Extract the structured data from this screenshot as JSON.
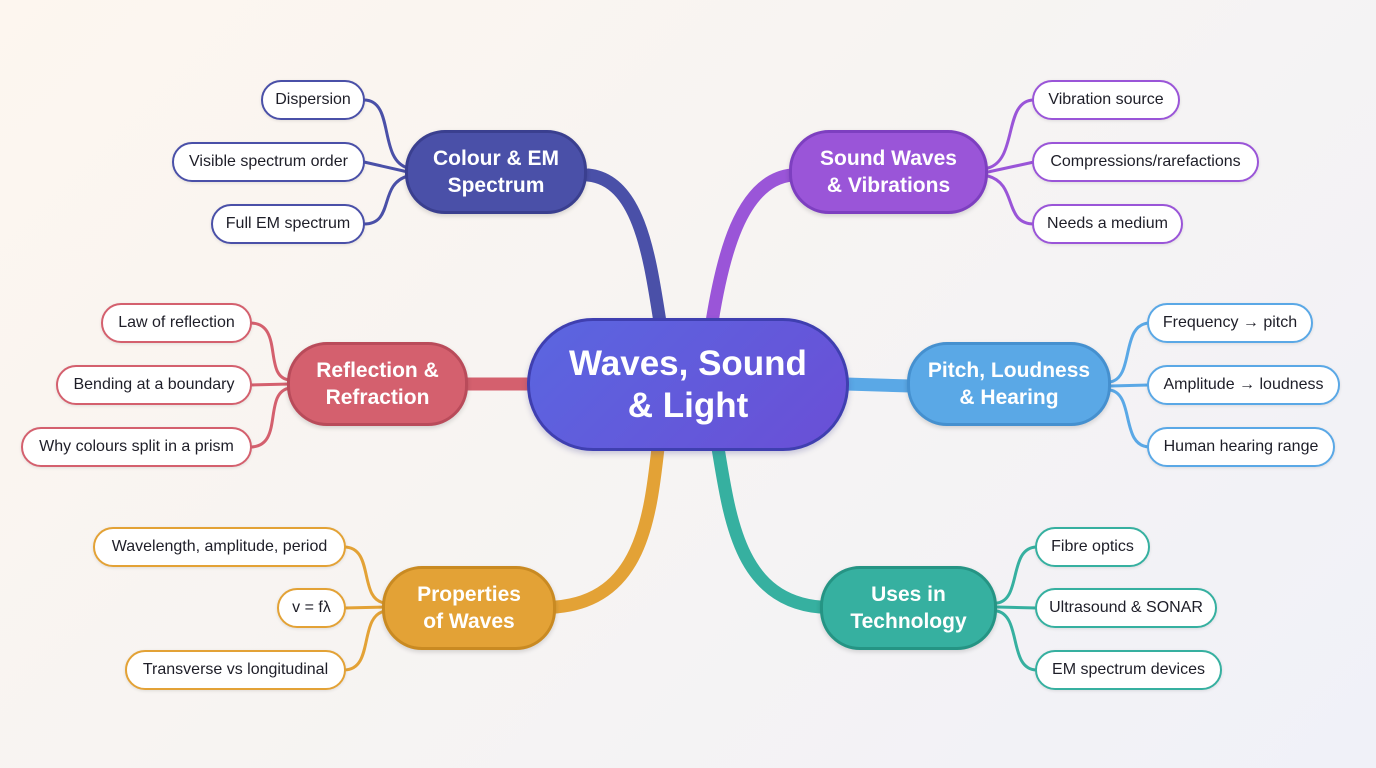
{
  "center": {
    "title_line1": "Waves, Sound",
    "title_line2": "& Light"
  },
  "branches": {
    "colour": {
      "line1": "Colour & EM",
      "line2": "Spectrum",
      "color": "#4a50a8",
      "leaves": [
        "Dispersion",
        "Visible spectrum order",
        "Full EM spectrum"
      ]
    },
    "sound": {
      "line1": "Sound Waves",
      "line2": "& Vibrations",
      "color": "#9a55d8",
      "leaves": [
        "Vibration source",
        "Compressions/rarefactions",
        "Needs a medium"
      ]
    },
    "reflection": {
      "line1": "Reflection &",
      "line2": "Refraction",
      "color": "#d4606e",
      "leaves": [
        "Law of reflection",
        "Bending at a boundary",
        "Why colours split in a prism"
      ]
    },
    "pitch": {
      "line1": "Pitch, Loudness",
      "line2": "& Hearing",
      "color": "#5aa8e6",
      "leaves": [
        "Frequency → pitch",
        "Amplitude → loudness",
        "Human hearing range"
      ]
    },
    "properties": {
      "line1": "Properties",
      "line2": "of Waves",
      "color": "#e3a236",
      "leaves": [
        "Wavelength, amplitude, period",
        "v = fλ",
        "Transverse vs longitudinal"
      ]
    },
    "uses": {
      "line1": "Uses in",
      "line2": "Technology",
      "color": "#36b0a0",
      "leaves": [
        "Fibre optics",
        "Ultrasound & SONAR",
        "EM spectrum devices"
      ]
    }
  }
}
